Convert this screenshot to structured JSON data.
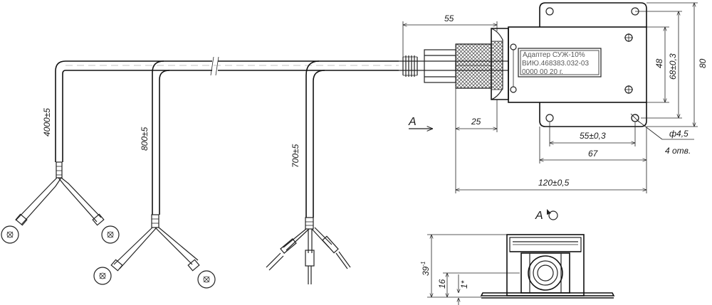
{
  "leads": {
    "lead_1_length": "4000±5",
    "lead_2_length": "800±5",
    "lead_3_length": "700±5"
  },
  "view": {
    "arrow_label": "А",
    "view_label": "А"
  },
  "dimensions": {
    "gland_length": "55",
    "gland_offset": "25",
    "plate_height_inner": "48",
    "hole_spacing_vertical": "68±0,3",
    "flange_height": "80",
    "hole_spacing_horizontal": "55±0,3",
    "plate_width": "67",
    "overall_length": "120±0,5",
    "hole_diameter": "ф4,5",
    "hole_count": "4 отв.",
    "end_height": "39",
    "end_height_sup": "-1",
    "end_nut_height": "16",
    "end_gap": "1*"
  },
  "nameplate": {
    "line_1": "Адаптер СУЖ-10%",
    "line_2": "ВИЮ.468383.032-03",
    "line_3": "0000    00    20    г."
  }
}
